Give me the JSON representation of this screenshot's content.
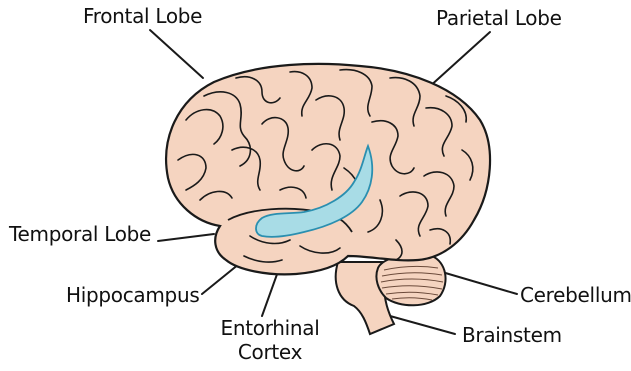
{
  "labels": {
    "frontal": "Frontal Lobe",
    "parietal": "Parietal Lobe",
    "temporal": "Temporal Lobe",
    "hippocampus": "Hippocampus",
    "entorhinal_line1": "Entorhinal",
    "entorhinal_line2": "Cortex",
    "cerebellum": "Cerebellum",
    "brainstem": "Brainstem"
  },
  "colors": {
    "brain_fill": "#f5d4c0",
    "outline": "#1a1a1a",
    "hippocampus_fill": "#a8dce6",
    "hippocampus_stroke": "#2a8fb0"
  }
}
